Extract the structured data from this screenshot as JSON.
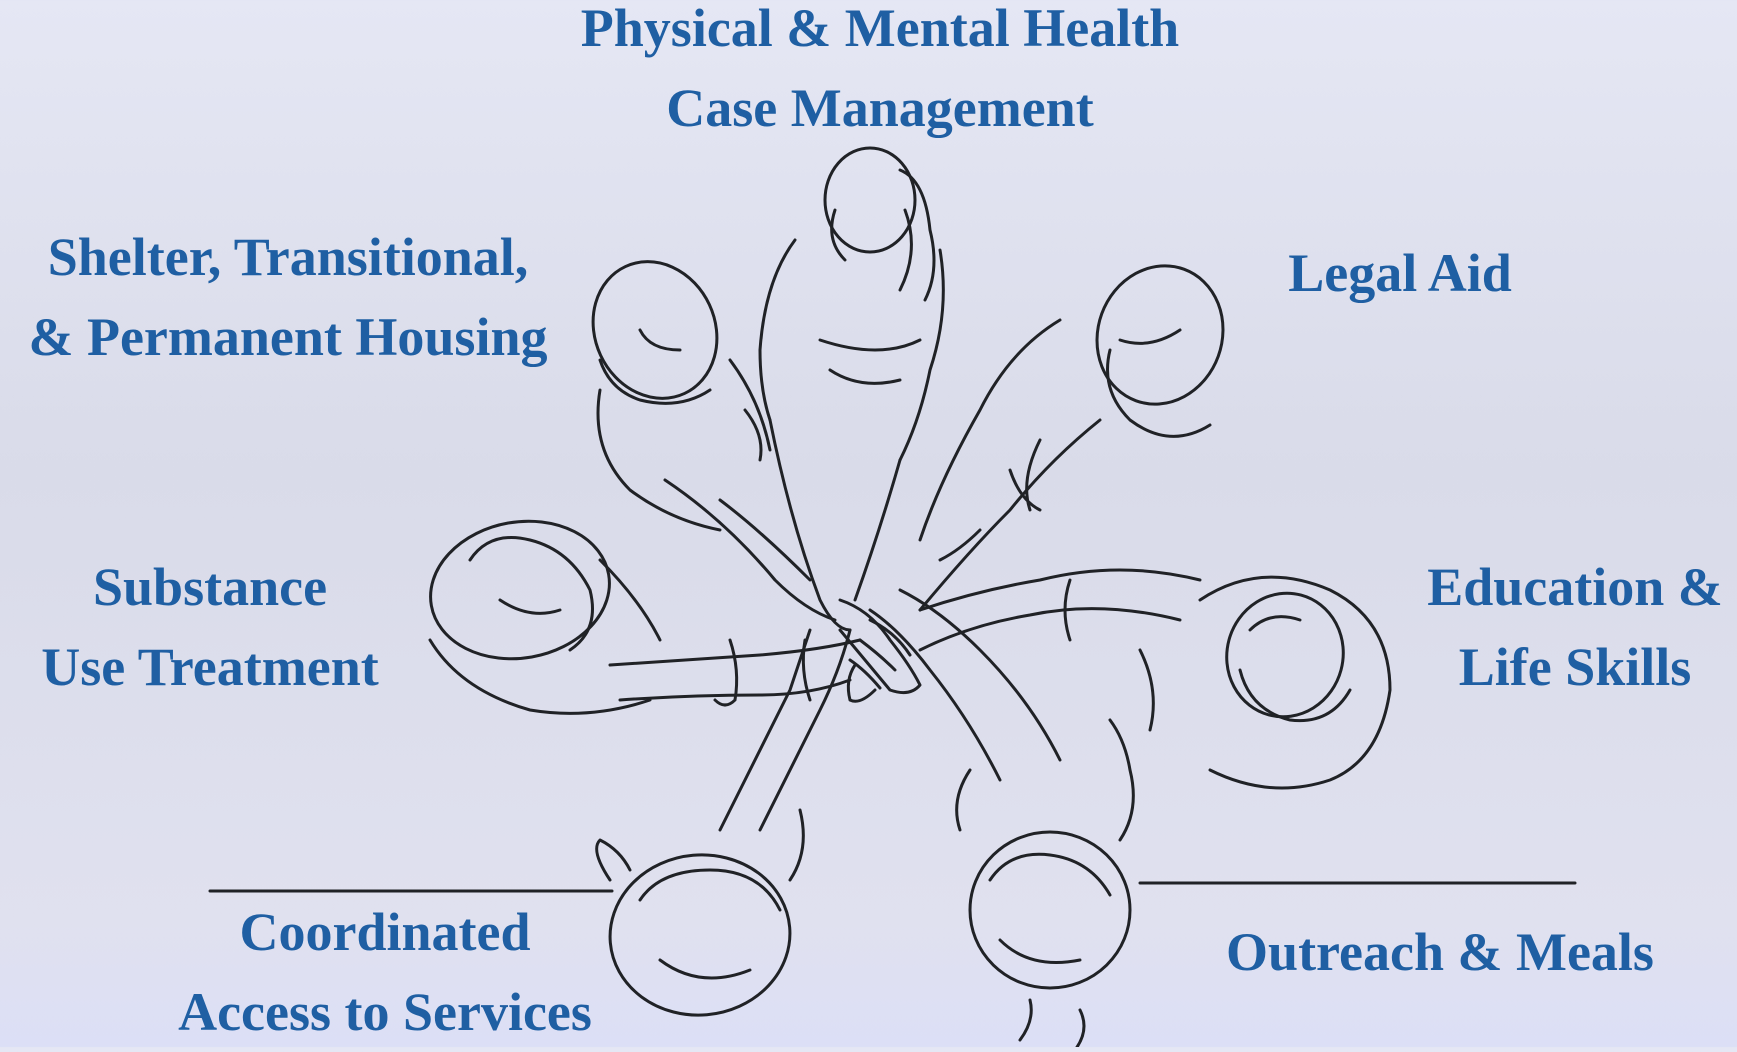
{
  "labels": {
    "top": [
      "Physical & Mental Health",
      "Case Management"
    ],
    "top_left": [
      "Shelter, Transitional,",
      "& Permanent Housing"
    ],
    "top_right": [
      "Legal Aid"
    ],
    "left": [
      "Substance",
      "Use Treatment"
    ],
    "right": [
      "Education &",
      "Life Skills"
    ],
    "bottom_left": [
      "Coordinated",
      "Access to Services"
    ],
    "bottom_right": [
      "Outreach & Meals"
    ]
  },
  "colors": {
    "label_text": "#1f5fa3",
    "line_art": "#202226"
  },
  "illustration": "circle-of-people-hands-together-line-art"
}
